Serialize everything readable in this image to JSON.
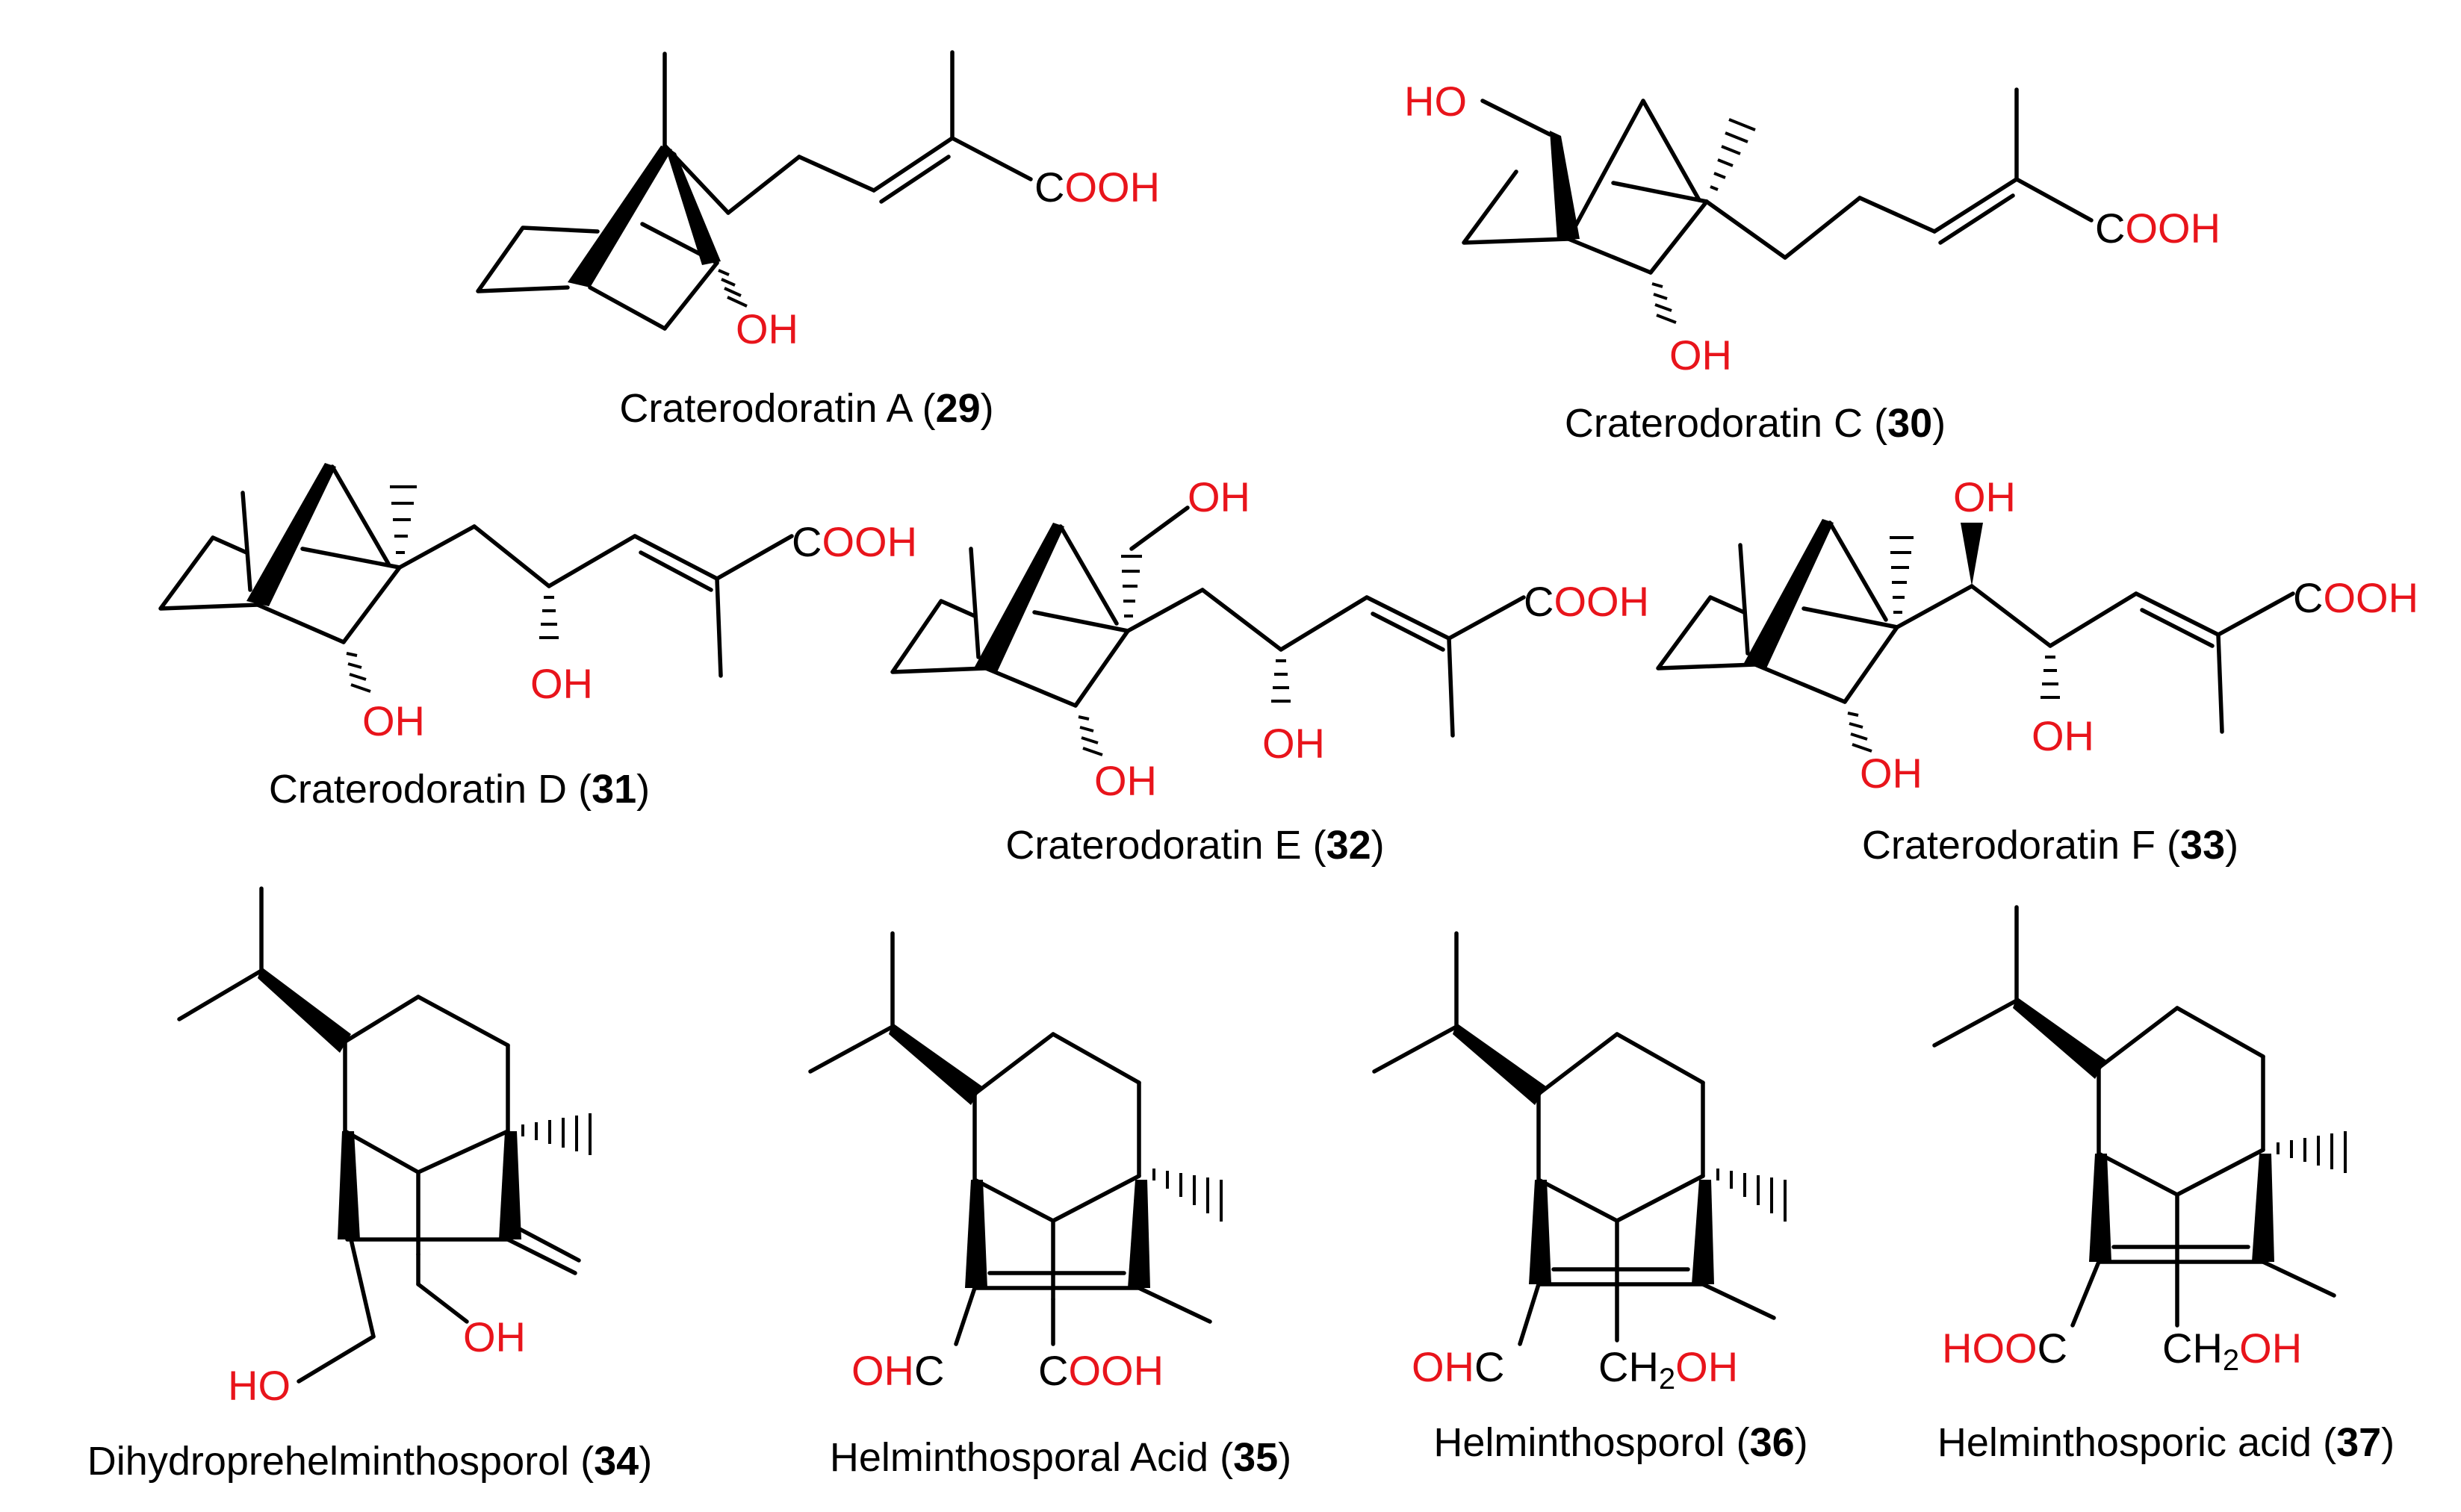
{
  "colors": {
    "bond": "#000000",
    "heteroatom": "#e8141b",
    "background": "#ffffff"
  },
  "compounds": [
    {
      "name": "Craterodoratin A",
      "number": "29",
      "labels": {
        "cooh": "COOH",
        "oh": "OH"
      }
    },
    {
      "name": "Craterodoratin C",
      "number": "30",
      "labels": {
        "ho": "HO",
        "cooh": "COOH",
        "oh": "OH"
      }
    },
    {
      "name": "Craterodoratin D",
      "number": "31",
      "labels": {
        "cooh": "COOH",
        "oh1": "OH",
        "oh2": "OH"
      }
    },
    {
      "name": "Craterodoratin E",
      "number": "32",
      "labels": {
        "oh_top": "OH",
        "cooh": "COOH",
        "oh1": "OH",
        "oh2": "OH"
      }
    },
    {
      "name": "Craterodoratin F",
      "number": "33",
      "labels": {
        "oh_top": "OH",
        "cooh": "COOH",
        "oh1": "OH",
        "oh2": "OH"
      }
    },
    {
      "name": "Dihydroprehelminthosporol",
      "number": "34",
      "labels": {
        "oh": "OH",
        "ho": "HO"
      }
    },
    {
      "name": "Helminthosporal Acid",
      "number": "35",
      "labels": {
        "ohc": "OHC",
        "cooh": "COOH"
      }
    },
    {
      "name": "Helminthosporol",
      "number": "36",
      "labels": {
        "ohc": "OHC",
        "ch2oh": "CH2OH"
      }
    },
    {
      "name": "Helminthosporic acid",
      "number": "37",
      "labels": {
        "hooc": "HOOC",
        "ch2oh": "CH2OH"
      }
    }
  ]
}
